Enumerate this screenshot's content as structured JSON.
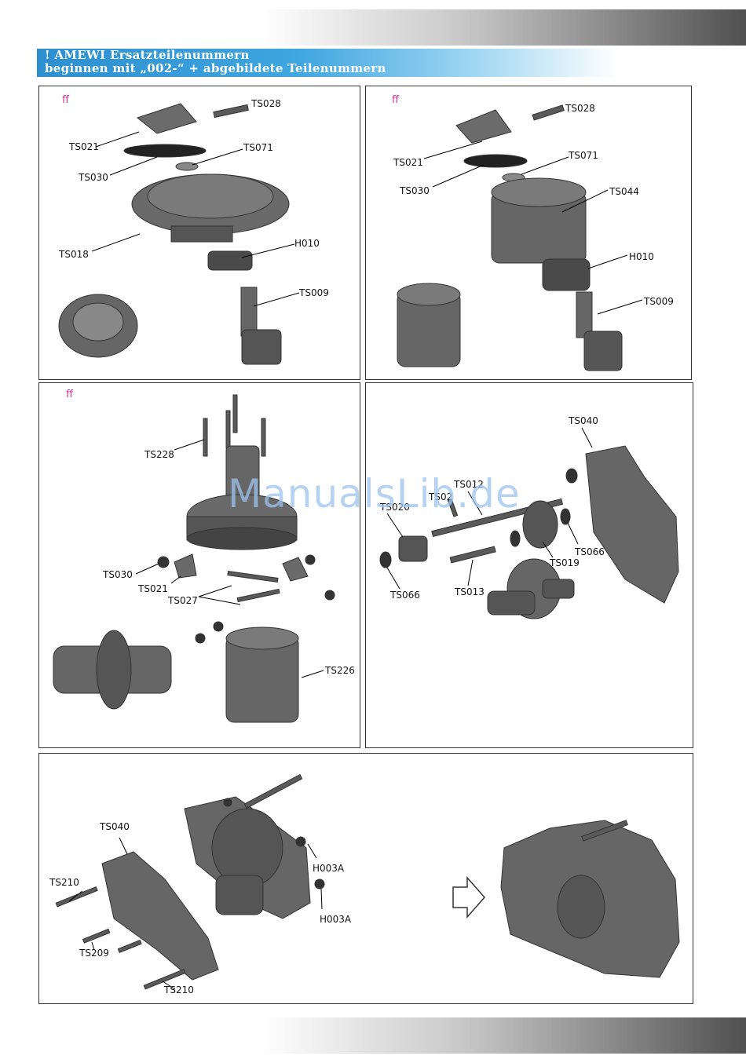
{
  "header": {
    "line1": "! AMEWI Ersatzteilenummern",
    "line2": "beginnen mit „002-“ + abgebildete Teilenummern"
  },
  "watermark": "ManualsLib.de",
  "panel1": {
    "ff": "ff",
    "labels": {
      "ts028": "TS028",
      "ts021": "TS021",
      "ts071": "TS071",
      "ts030": "TS030",
      "ts018": "TS018",
      "h010": "H010",
      "ts009": "TS009"
    }
  },
  "panel2": {
    "ff": "ff",
    "labels": {
      "ts028": "TS028",
      "ts021": "TS021",
      "ts071": "TS071",
      "ts030": "TS030",
      "ts044": "TS044",
      "h010": "H010",
      "ts009": "TS009"
    }
  },
  "panel3": {
    "ff": "ff",
    "labels": {
      "ts228": "TS228",
      "ts030": "TS030",
      "ts021": "TS021",
      "ts027": "TS027",
      "ts226": "TS226"
    }
  },
  "panel4": {
    "labels": {
      "ts040": "TS040",
      "ts012": "TS012",
      "ts02": "TS02",
      "ts020": "TS020",
      "ts066a": "TS066",
      "ts019": "TS019",
      "ts066b": "TS066",
      "ts013": "TS013"
    }
  },
  "panel5": {
    "labels": {
      "ts040": "TS040",
      "ts210a": "TS210",
      "h003a1": "H003A",
      "h003a2": "H003A",
      "ts209": "TS209",
      "ts210b": "TS210"
    }
  }
}
